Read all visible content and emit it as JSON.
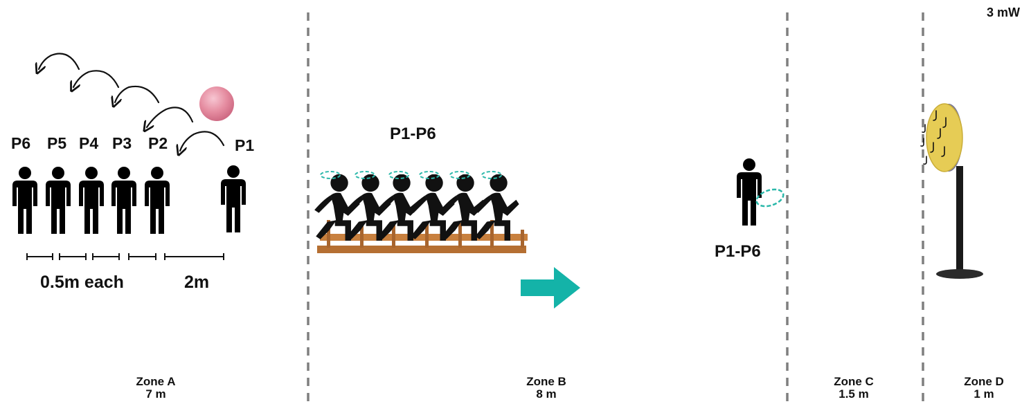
{
  "power_label": "3 mW",
  "zone_a": {
    "people": [
      "P6",
      "P5",
      "P4",
      "P3",
      "P2",
      "P1"
    ],
    "spacing_label": "0.5m each",
    "gap_label": "2m"
  },
  "zone_b": {
    "group_label": "P1-P6"
  },
  "zone_c": {
    "group_label": "P1-P6"
  },
  "zones": [
    {
      "name": "Zone A",
      "length": "7 m"
    },
    {
      "name": "Zone B",
      "length": "8 m"
    },
    {
      "name": "Zone C",
      "length": "1.5 m"
    },
    {
      "name": "Zone D",
      "length": "1 m"
    }
  ],
  "colors": {
    "ball": "#e58ca0",
    "arrow": "#14b3a8",
    "ring": "#2bb8aa",
    "bench": "#c8803e",
    "target_face": "#e6cc55",
    "target_rim": "#7a7894",
    "divider": "#7f7f7f"
  }
}
